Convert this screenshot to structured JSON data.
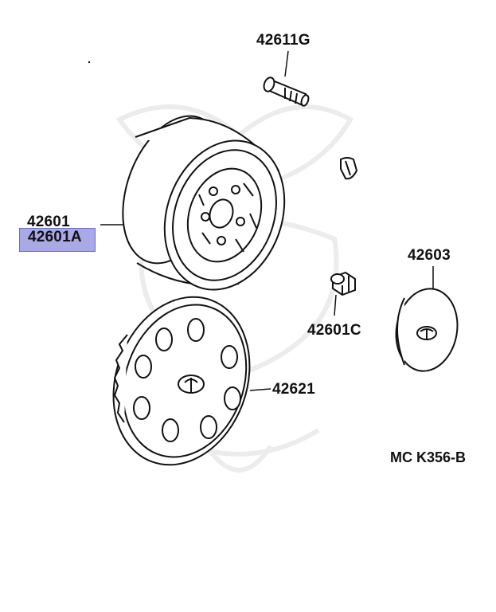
{
  "labels": {
    "part_42611G": "42611G",
    "part_42601": "42601",
    "part_42601A": "42601A",
    "part_42603": "42603",
    "part_42601C": "42601C",
    "part_42621": "42621"
  },
  "highlight": {
    "part": "42601A",
    "color": "#a9a9e8"
  },
  "diagram_code": "MC K356-B",
  "colors": {
    "line": "#111111",
    "watermark": "#ececec"
  }
}
